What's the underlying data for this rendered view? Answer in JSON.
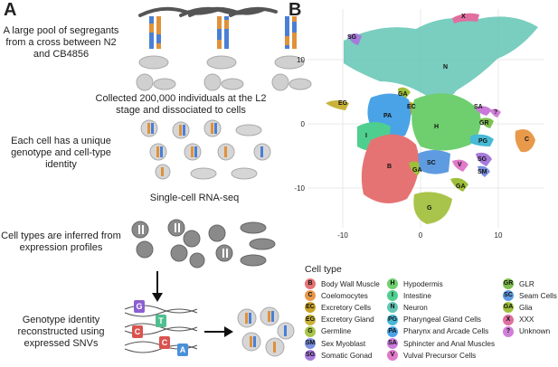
{
  "panel_a": {
    "letter": "A",
    "steps": [
      "A large pool of segregants from a cross between N2 and CB4856",
      "Collected 200,000 individuals at the L2 stage and dissociated to cells",
      "Each cell has a unique genotype and cell-type identity",
      "Single-cell RNA-seq",
      "Cell types are inferred from expression profiles",
      "Genotype identity reconstructed using expressed SNVs"
    ],
    "snv_letters": [
      "G",
      "T",
      "C",
      "C",
      "A"
    ]
  },
  "panel_b": {
    "letter": "B",
    "cluster_labels": [
      "X",
      "SG",
      "N",
      "GA",
      "EG",
      "EC",
      "PA",
      "SA",
      "?",
      "GR",
      "H",
      "I",
      "PG",
      "C",
      "SC",
      "B",
      "GA",
      "V",
      "SG",
      "SM",
      "GA",
      "G"
    ],
    "chart_data": {
      "type": "scatter",
      "x_ticks": [
        "-10",
        "0",
        "10"
      ],
      "y_ticks": [
        "10",
        "0",
        "-10"
      ],
      "xlim": [
        -13,
        16
      ],
      "ylim": [
        -16,
        17
      ],
      "grid": true
    }
  },
  "legend": {
    "title": "Cell type",
    "items": [
      {
        "code": "B",
        "label": "Body Wall Muscle",
        "color": "#e57373"
      },
      {
        "code": "C",
        "label": "Coelomocytes",
        "color": "#e8994a"
      },
      {
        "code": "EC",
        "label": "Excretory Cells",
        "color": "#c9a227"
      },
      {
        "code": "EG",
        "label": "Excretory Gland",
        "color": "#c9b23a"
      },
      {
        "code": "G",
        "label": "Germline",
        "color": "#a9c44a"
      },
      {
        "code": "SM",
        "label": "Sex Myoblast",
        "color": "#7b8fe0"
      },
      {
        "code": "SG",
        "label": "Somatic Gonad",
        "color": "#a77bdc"
      },
      {
        "code": "H",
        "label": "Hypodermis",
        "color": "#6fcf6f"
      },
      {
        "code": "I",
        "label": "Intestine",
        "color": "#4fcf8f"
      },
      {
        "code": "N",
        "label": "Neuron",
        "color": "#62c6b4"
      },
      {
        "code": "PG",
        "label": "Pharyngeal Gland Cells",
        "color": "#48b9d6"
      },
      {
        "code": "PA",
        "label": "Pharynx and Arcade Cells",
        "color": "#4aa3e6"
      },
      {
        "code": "SA",
        "label": "Sphincter and Anal Muscles",
        "color": "#c97ad9"
      },
      {
        "code": "V",
        "label": "Vulval Precursor Cells",
        "color": "#e07ac9"
      },
      {
        "code": "GR",
        "label": "GLR",
        "color": "#7fbf4f"
      },
      {
        "code": "SC",
        "label": "Seam Cells",
        "color": "#5f9be0"
      },
      {
        "code": "GA",
        "label": "Glia",
        "color": "#9fbf3a"
      },
      {
        "code": "X",
        "label": "XXX",
        "color": "#e06fa0"
      },
      {
        "code": "?",
        "label": "Unknown",
        "color": "#d07fd8"
      }
    ]
  }
}
